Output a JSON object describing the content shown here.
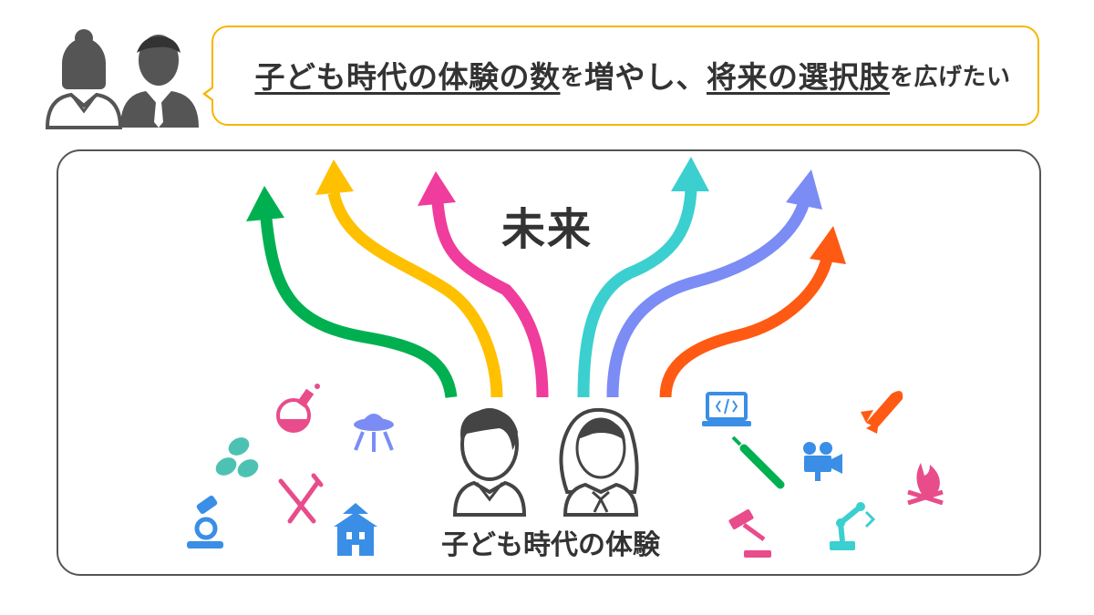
{
  "header": {
    "segments": [
      {
        "text": "子ども時代の体験の数",
        "underline": true,
        "small": false
      },
      {
        "text": "を",
        "underline": false,
        "small": true
      },
      {
        "text": "増やし、",
        "underline": false,
        "small": false
      },
      {
        "text": "将来の選択肢",
        "underline": true,
        "small": false
      },
      {
        "text": "を広げたい",
        "underline": false,
        "small": true
      }
    ]
  },
  "diagram": {
    "future_label": "未来",
    "kids_label": "子ども時代の体験"
  },
  "colors": {
    "bubble_border": "#f7b500",
    "frame_border": "#555555",
    "arrows": [
      "#00b050",
      "#ffc000",
      "#f03c9c",
      "#3ccfcf",
      "#7b8cf5",
      "#ff5a14"
    ]
  },
  "icons": [
    "flask-icon",
    "ufo-icon",
    "leaves-icon",
    "fork-knife-icon",
    "microscope-icon",
    "castle-icon",
    "laptop-code-icon",
    "rocket-icon",
    "baseball-bat-icon",
    "movie-camera-icon",
    "campfire-icon",
    "gavel-icon",
    "robot-arm-icon",
    "parents-icon",
    "children-icon"
  ]
}
